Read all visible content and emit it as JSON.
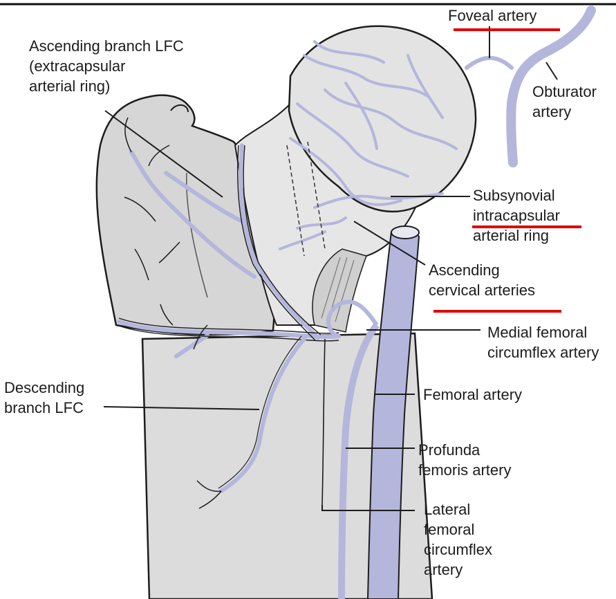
{
  "colors": {
    "bone_fill": "#dcdcdc",
    "head_fill": "#e3e3e3",
    "artery": "#b4b6dc",
    "outline": "#1c1c1c",
    "highlight_underline": "#e00000"
  },
  "labels": {
    "ascending_branch_lfc": [
      "Ascending branch LFC",
      "(extracapsular",
      "arterial ring)"
    ],
    "foveal_artery": [
      "Foveal artery"
    ],
    "obturator_artery": [
      "Obturator",
      "artery"
    ],
    "subsynovial": [
      "Subsynovial",
      "intracapsular",
      "arterial ring"
    ],
    "ascending_cervical": [
      "Ascending",
      "cervical arteries"
    ],
    "medial_femoral": [
      "Medial femoral",
      "circumflex artery"
    ],
    "descending_branch_lfc": [
      "Descending",
      "branch LFC"
    ],
    "femoral_artery": [
      "Femoral artery"
    ],
    "profunda_femoris": [
      "Profunda",
      "femoris artery"
    ],
    "lateral_femoral": [
      "Lateral",
      "femoral",
      "circumflex",
      "artery"
    ]
  },
  "highlighted_terms": [
    "Foveal artery",
    "intracapsular",
    "cervical arteries"
  ]
}
